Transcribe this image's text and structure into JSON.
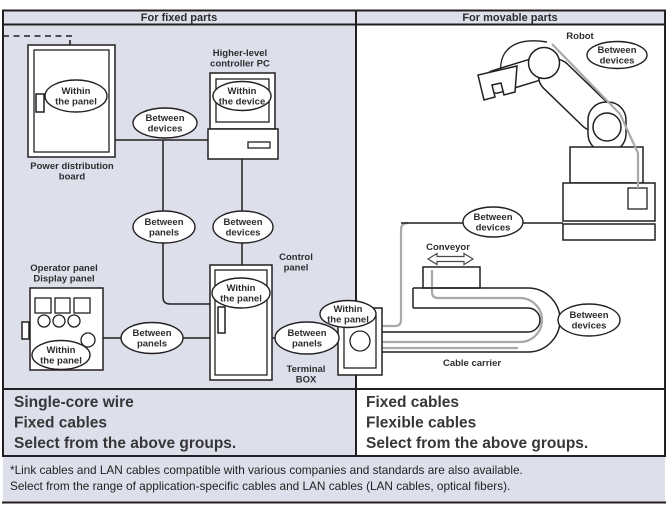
{
  "header": {
    "fixed": "For fixed parts",
    "movable": "For movable parts"
  },
  "labels": {
    "within_panel": [
      "Within",
      "the panel"
    ],
    "within_device": [
      "Within",
      "the device"
    ],
    "between_devices": [
      "Between",
      "devices"
    ],
    "between_panels": [
      "Between",
      "panels"
    ],
    "power_board": [
      "Power distribution",
      "board"
    ],
    "controller_pc": [
      "Higher-level",
      "controller PC"
    ],
    "operator_panel": [
      "Operator panel",
      "Display panel"
    ],
    "control_panel": [
      "Control",
      "panel"
    ],
    "terminal_box": [
      "Terminal",
      "BOX"
    ],
    "robot": "Robot",
    "conveyor": "Conveyor",
    "cable_carrier": "Cable carrier"
  },
  "summary": {
    "fixed": [
      "Single-core wire",
      "Fixed cables",
      "Select from the above groups."
    ],
    "movable": [
      "Fixed cables",
      "Flexible cables",
      "Select from the above groups."
    ]
  },
  "footnote": [
    "*Link cables and LAN cables compatible with various companies and standards are also available.",
    "Select from the range of application-specific cables and LAN cables (LAN cables, optical fibers)."
  ],
  "colors": {
    "panel_bg": "#dde0ea",
    "line": "#231f20",
    "cable_gray": "#a7a9ac",
    "text": "#2d2d30"
  }
}
